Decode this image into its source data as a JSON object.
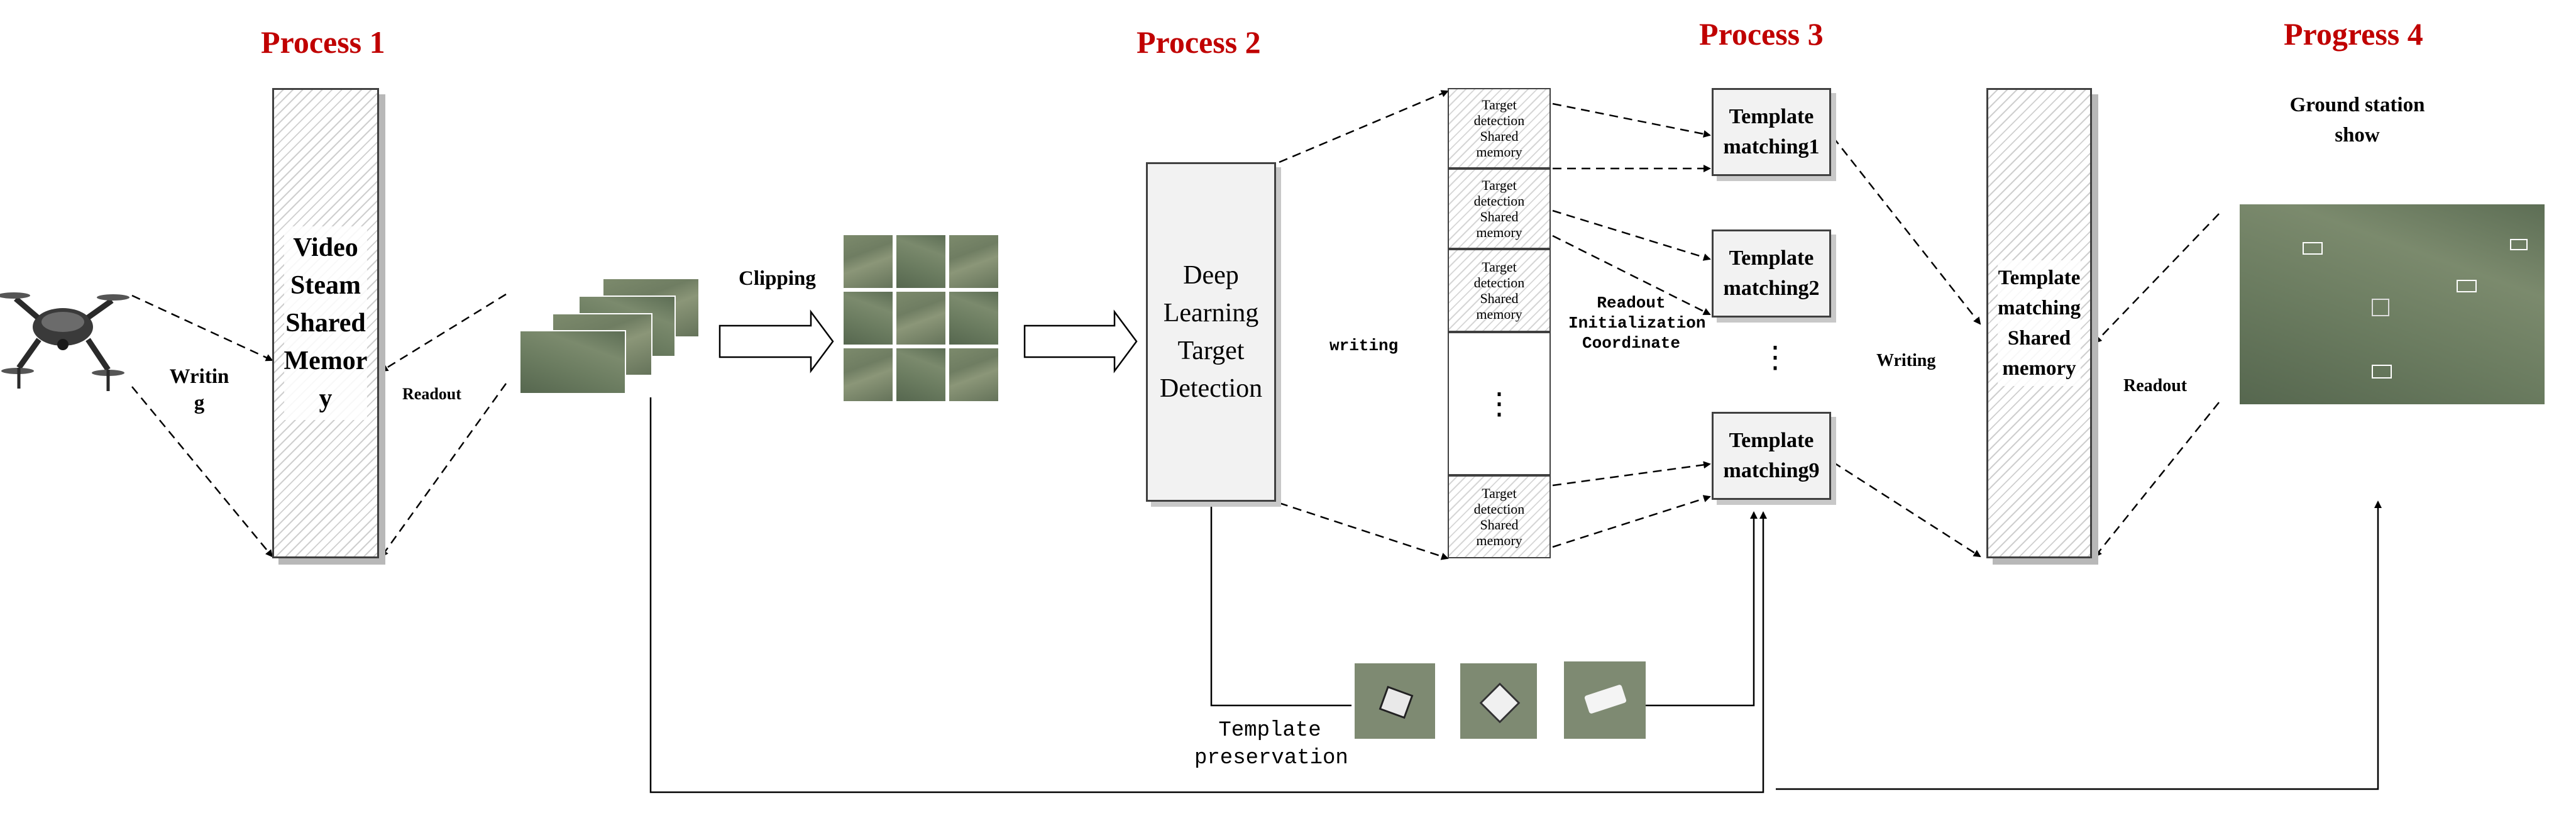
{
  "processes": {
    "p1": "Process 1",
    "p2": "Process 2",
    "p3": "Process 3",
    "p4": "Progress 4"
  },
  "video_memory": {
    "line1": "Video",
    "line2": "Steam",
    "line3": "Shared",
    "line4": "Memor",
    "line5": "y"
  },
  "writing_left": {
    "line1": "Writin",
    "line2": "g"
  },
  "readout_left": "Readout",
  "clipping": "Clipping",
  "deep_learning": {
    "line1": "Deep",
    "line2": "Learning",
    "line3": "Target",
    "line4": "Detection"
  },
  "writing_mid": "writing",
  "shared_cells": [
    {
      "l1": "Target",
      "l2": "detection",
      "l3": "Shared",
      "l4": "memory"
    },
    {
      "l1": "Target",
      "l2": "detection",
      "l3": "Shared",
      "l4": "memory"
    },
    {
      "l1": "Target",
      "l2": "detection",
      "l3": "Shared",
      "l4": "memory"
    },
    {
      "l1": "Target",
      "l2": "detection",
      "l3": "Shared",
      "l4": "memory"
    }
  ],
  "ellipsis": "⋮",
  "readout_init": {
    "line1": "Readout",
    "line2": "Initialization",
    "line3": "Coordinate"
  },
  "template_boxes": [
    {
      "line1": "Template",
      "line2": "matching1"
    },
    {
      "line1": "Template",
      "line2": "matching2"
    },
    {
      "line1": "Template",
      "line2": "matching9"
    }
  ],
  "writing_right": "Writing",
  "tm_memory": {
    "line1": "Template",
    "line2": "matching",
    "line3": "Shared",
    "line4": "memory"
  },
  "readout_right": "Readout",
  "ground_station": {
    "line1": "Ground station",
    "line2": "show"
  },
  "template_preservation": {
    "line1": "Template",
    "line2": "preservation"
  }
}
